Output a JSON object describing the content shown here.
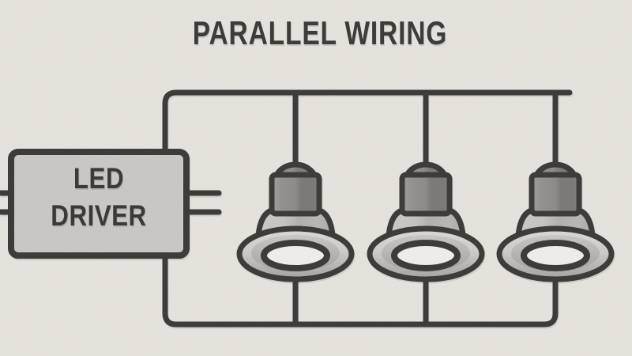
{
  "title": "PARALLEL WIRING",
  "driver": {
    "label_line1": "LED",
    "label_line2": "DRIVER"
  },
  "diagram": {
    "light_count": 3
  },
  "colors": {
    "background": "#e8e5df",
    "ink": "#3b3a37",
    "box_fill": "#cbc9c5",
    "lens": "#f1efe9",
    "metal_light": "#a3a19d",
    "metal_mid": "#8e8c88",
    "metal_dark": "#7c7a76",
    "trim_light": "#dddbd7",
    "trim_dark": "#a5a3a0"
  }
}
